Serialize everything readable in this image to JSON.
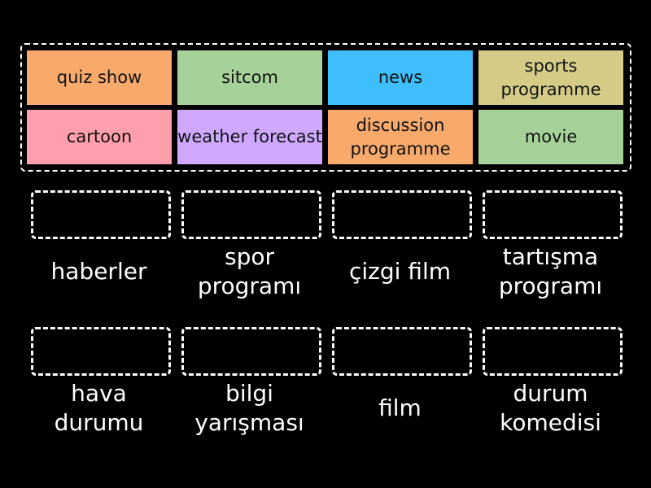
{
  "tiles": [
    {
      "label": "quiz show",
      "color": "#f7aa6c"
    },
    {
      "label": "sitcom",
      "color": "#a6d29a"
    },
    {
      "label": "news",
      "color": "#3fbefe"
    },
    {
      "label": "sports programme",
      "color": "#d3cb86"
    },
    {
      "label": "cartoon",
      "color": "#ff9fad"
    },
    {
      "label": "weather forecast",
      "color": "#cfa9ff"
    },
    {
      "label": "discussion programme",
      "color": "#f7aa6c"
    },
    {
      "label": "movie",
      "color": "#a6d29a"
    }
  ],
  "targets": [
    {
      "label": "haberler"
    },
    {
      "label": "spor programı"
    },
    {
      "label": "çizgi film"
    },
    {
      "label": "tartışma programı"
    },
    {
      "label": "hava durumu"
    },
    {
      "label": "bilgi yarışması"
    },
    {
      "label": "film"
    },
    {
      "label": "durum komedisi"
    }
  ]
}
